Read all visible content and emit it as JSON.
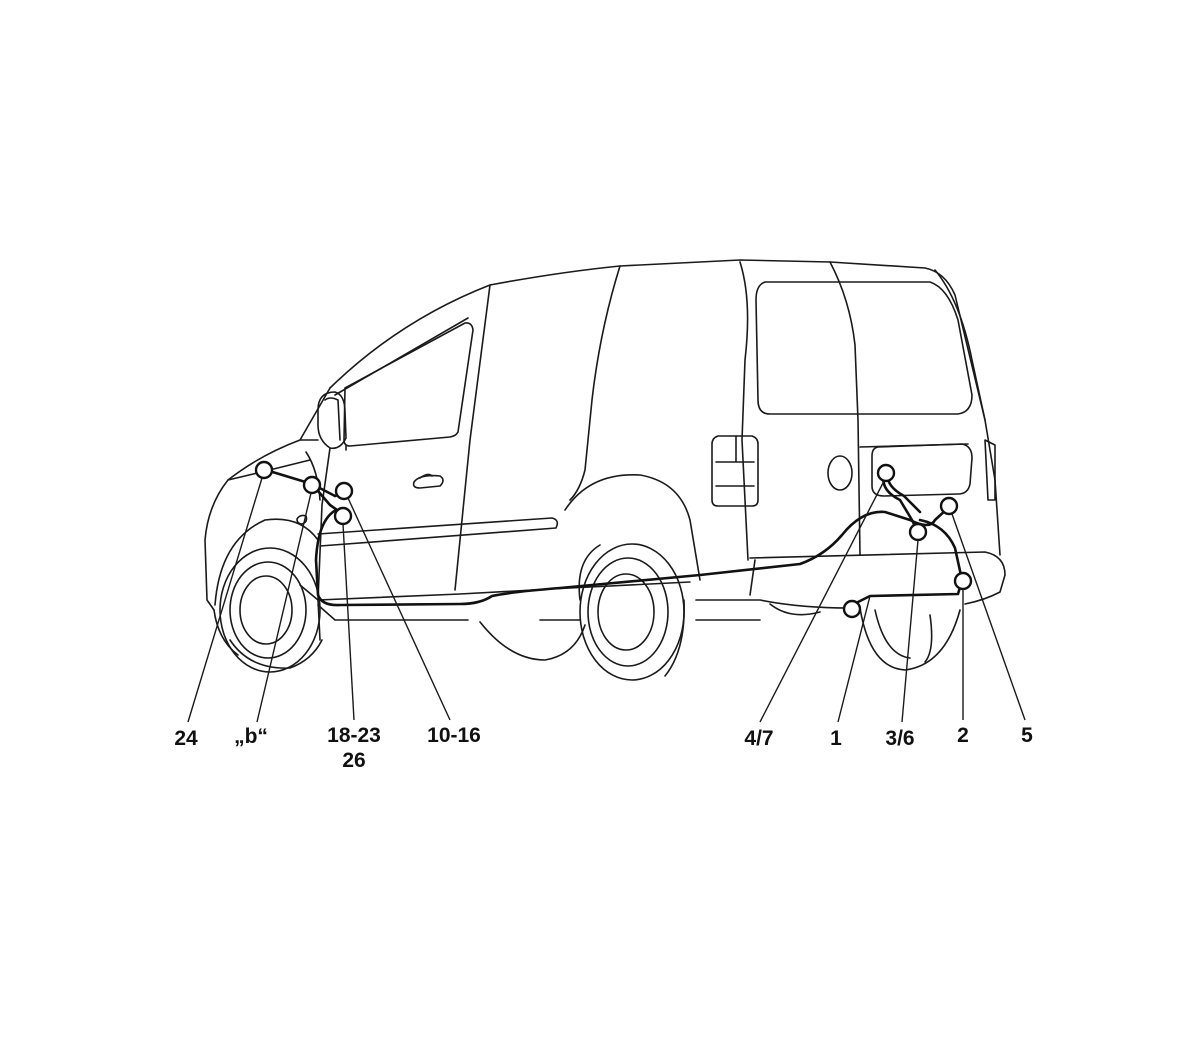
{
  "diagram": {
    "colors": {
      "line": "#1a1a1a",
      "harness": "#111111",
      "background": "#ffffff"
    },
    "callouts": [
      {
        "id": "24",
        "lines": [
          "24"
        ]
      },
      {
        "id": "b",
        "lines": [
          "„b“"
        ]
      },
      {
        "id": "18-23",
        "lines": [
          "18-23",
          "26"
        ]
      },
      {
        "id": "10-16",
        "lines": [
          "10-16"
        ]
      },
      {
        "id": "4-7",
        "lines": [
          "4/7"
        ]
      },
      {
        "id": "1",
        "lines": [
          "1"
        ]
      },
      {
        "id": "3-6",
        "lines": [
          "3/6"
        ]
      },
      {
        "id": "2",
        "lines": [
          "2"
        ]
      },
      {
        "id": "5",
        "lines": [
          "5"
        ]
      }
    ]
  }
}
